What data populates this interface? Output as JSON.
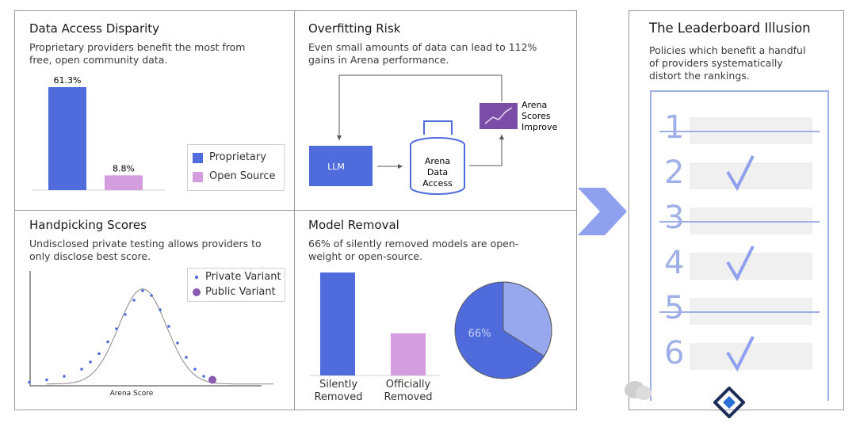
{
  "colors": {
    "blue": "#4f6bdc",
    "purple": "#d49de0",
    "light_blue": "#9fb0e8",
    "pie_light": "#98a8ee",
    "arrow": "#8ea0ee"
  },
  "panel_access": {
    "title": "Data Access Disparity",
    "desc_line1": "Proprietary providers benefit the most from",
    "desc_line2": "free, open community data.",
    "legend": [
      "Proprietary",
      "Open Source"
    ]
  },
  "panel_overfit": {
    "title": "Overfitting Risk",
    "desc_line1": "Even small amounts of data can lead to 112%",
    "desc_line2": "gains in Arena performance.",
    "llm_label": "LLM",
    "db_label": [
      "Arena",
      "Data",
      "Access"
    ],
    "improve_label": [
      "Arena",
      "Scores",
      "Improve"
    ]
  },
  "panel_handpick": {
    "title": "Handpicking Scores",
    "desc_line1": "Undisclosed private testing allows providers to",
    "desc_line2": "only disclose best score.",
    "legend": [
      "Private Variant",
      "Public Variant"
    ]
  },
  "panel_removal": {
    "title": "Model Removal",
    "desc_line1": "66% of silently removed models are open-",
    "desc_line2": "weight or open-source.",
    "pie_label": "66%"
  },
  "leaderboard": {
    "title": "The Leaderboard Illusion",
    "desc_line1": "Policies which benefit a handful",
    "desc_line2": "of providers systematically",
    "desc_line3": "distort the rankings.",
    "ranks": [
      "1",
      "2",
      "3",
      "4",
      "5",
      "6"
    ],
    "struck": [
      true,
      false,
      true,
      false,
      true,
      false
    ]
  },
  "chart_data": [
    {
      "type": "bar",
      "categories": [
        "Proprietary",
        "Open Source"
      ],
      "values": [
        61.3,
        8.8
      ],
      "value_labels": [
        "61.3%",
        "8.8%"
      ],
      "ylim": [
        0,
        70
      ],
      "legend_position": "right"
    },
    {
      "type": "scatter",
      "xlabel": "Arena Score",
      "series": [
        {
          "name": "Private Variant",
          "x": [
            -2.6,
            -2.2,
            -1.8,
            -1.4,
            -1.2,
            -1.0,
            -0.8,
            -0.6,
            -0.4,
            -0.2,
            0.0,
            0.2,
            0.4,
            0.6,
            0.8,
            1.0,
            1.2,
            1.4
          ],
          "y": [
            0.03,
            0.05,
            0.08,
            0.14,
            0.2,
            0.27,
            0.37,
            0.48,
            0.6,
            0.72,
            0.8,
            0.76,
            0.64,
            0.5,
            0.36,
            0.24,
            0.14,
            0.08
          ]
        },
        {
          "name": "Public Variant",
          "x": [
            1.6
          ],
          "y": [
            0.05
          ]
        }
      ],
      "legend_position": "top-right"
    },
    {
      "type": "bar",
      "categories": [
        "Silently\nRemoved",
        "Officially\nRemoved"
      ],
      "category_lines": [
        [
          "Silently",
          "Removed"
        ],
        [
          "Officially",
          "Removed"
        ]
      ],
      "values": [
        100,
        41
      ],
      "ylim": [
        0,
        100
      ]
    },
    {
      "type": "pie",
      "labels": [
        "66%"
      ],
      "values": [
        66,
        34
      ]
    }
  ]
}
